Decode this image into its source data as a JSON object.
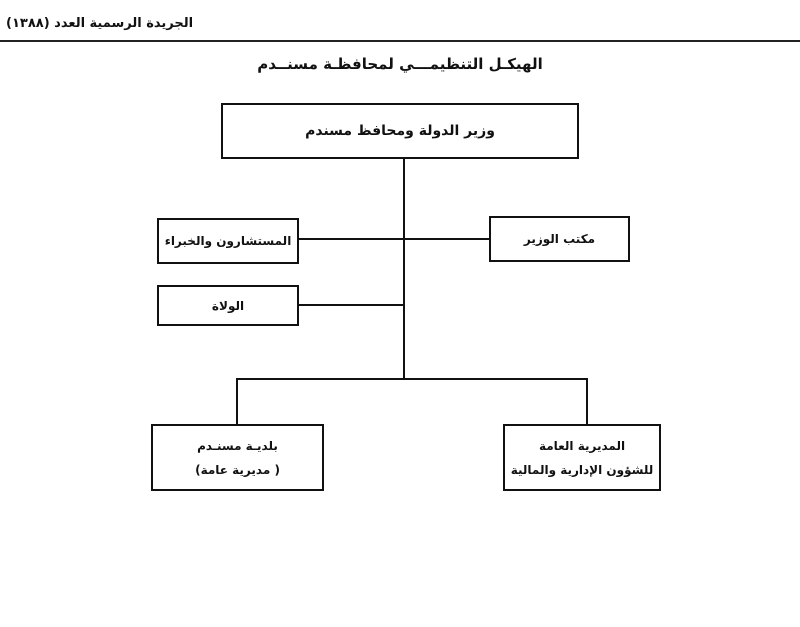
{
  "header": {
    "gazette_label": "الجريدة الرسمية العدد (١٣٨٨)"
  },
  "title": "الهيكـل التنظيمـــي لمحافظـة مسنــدم",
  "chart": {
    "top": {
      "label": "وزير الدولة ومحافظ مسندم"
    },
    "right_branch": {
      "label": "مكتب الوزير"
    },
    "left_branches": [
      {
        "label": "المستشارون والخبراء"
      },
      {
        "label": "الولاة"
      }
    ],
    "bottom_branches": [
      {
        "line1": "المديرية العامة",
        "line2": "للشؤون الإدارية والمالية"
      },
      {
        "line1": "بلديـة مسنـدم",
        "line2": "( مديرية عامة)"
      }
    ]
  }
}
